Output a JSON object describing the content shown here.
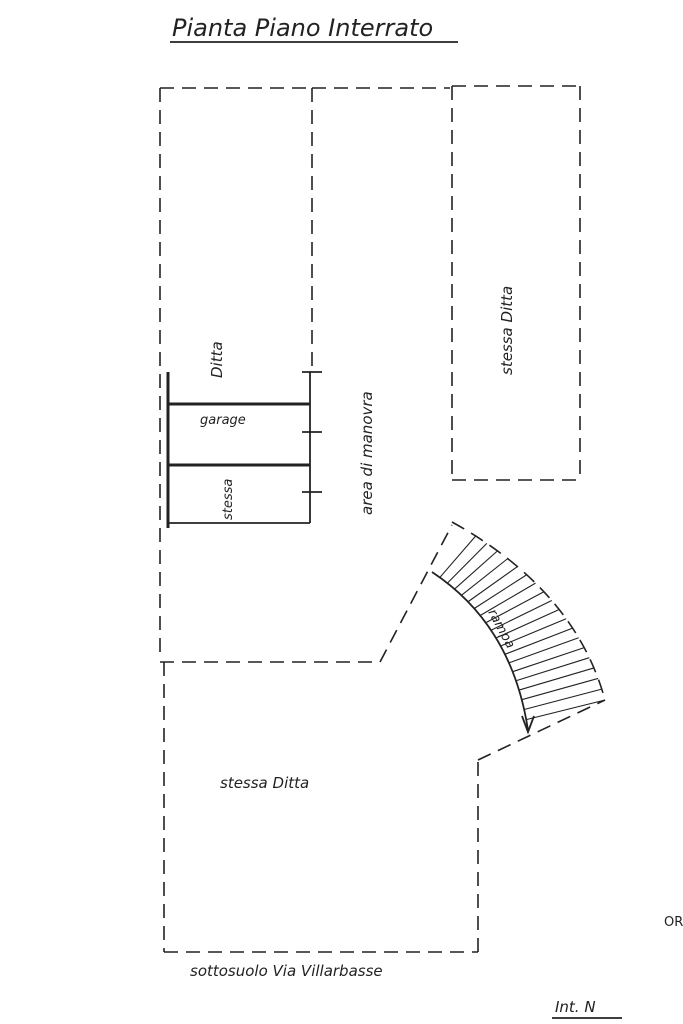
{
  "drawing": {
    "title": "Pianta Piano Interrato",
    "footer_street": "sottosuolo Via Villarbasse",
    "unit_label": "Int. N",
    "edge_fragment": "OR"
  },
  "rooms": {
    "ditta_top": "Ditta",
    "garage": "garage",
    "stessa_vertical": "stessa",
    "manoeuvre_area": "area di manovra",
    "right_block": "stessa Ditta",
    "bottom_block": "stessa Ditta",
    "ramp": "rampa"
  },
  "colors": {
    "ink": "#222222",
    "paper": "#ffffff"
  }
}
